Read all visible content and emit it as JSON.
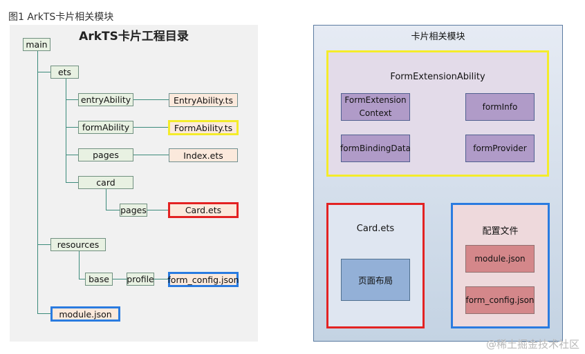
{
  "caption": "图1 ArkTS卡片相关模块",
  "left": {
    "title": "ArkTS卡片工程目录",
    "main": "main",
    "ets": "ets",
    "entryAbility": "entryAbility",
    "entryAbility_ts": "EntryAbility.ts",
    "formAbility": "formAbility",
    "formAbility_ts": "FormAbility.ts",
    "pages": "pages",
    "index_ets": "Index.ets",
    "card": "card",
    "card_pages": "pages",
    "card_ets": "Card.ets",
    "resources": "resources",
    "base": "base",
    "profile": "profile",
    "form_config_json": "form_config.json",
    "module_json": "module.json"
  },
  "right": {
    "title": "卡片相关模块",
    "fea_title": "FormExtensionAbility",
    "fea_context_line1": "FormExtension",
    "fea_context_line2": "Context",
    "form_info": "formInfo",
    "form_binding_data": "formBindingData",
    "form_provider": "formProvider",
    "card_title": "Card.ets",
    "page_layout": "页面布局",
    "config_title": "配置文件",
    "module_json": "module.json",
    "form_config_json": "form_config.json"
  },
  "watermark": "@稀土掘金技术社区",
  "colors": {
    "highlight_yellow": "#f4ec2a",
    "highlight_red": "#e32222",
    "highlight_blue": "#2a7be0",
    "folder_fill": "#e8f1e2",
    "file_fill": "#fbe9dc",
    "api_fill": "#b09bc8",
    "config_file_fill": "#d4878a"
  }
}
